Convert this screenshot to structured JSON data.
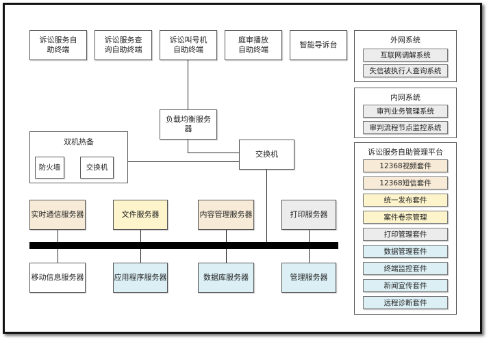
{
  "colors": {
    "tan": "#f7ead6",
    "yellow": "#fdf4cb",
    "blue": "#dbeff4",
    "gray": "#ececec",
    "white": "#ffffff",
    "bus": "#000000"
  },
  "terminals": {
    "t1": "诉讼服务自助终端",
    "t2": "诉讼服务查询自助终端",
    "t3": "诉讼叫号机自助终端",
    "t4": "庭审播放自助终端",
    "t5": "智能导诉台"
  },
  "load_balancer": "负载均衡服务器",
  "switch": "交换机",
  "hot_standby": {
    "title": "双机热备",
    "firewall": "防火墙",
    "switch": "交换机"
  },
  "servers_top": {
    "realtime": "实时通信服务器",
    "file": "文件服务器",
    "content": "内容管理服务器",
    "print": "打印服务器"
  },
  "servers_bottom": {
    "mobile": "移动信息服务器",
    "app": "应用程序服务器",
    "database": "数据库服务器",
    "management": "管理服务器"
  },
  "external": {
    "title": "外网系统",
    "items": [
      "互联网调解系统",
      "失信被执行人查询系统"
    ]
  },
  "internal": {
    "title": "内网系统",
    "items": [
      "审判业务管理系统",
      "审判流程节点监控系统"
    ]
  },
  "platform": {
    "title": "诉讼服务自助管理平台",
    "items": [
      "12368视频套件",
      "12368短信套件",
      "统一发布套件",
      "案件卷宗管理",
      "打印管理套件",
      "数据管理套件",
      "终端监控套件",
      "新闻宣传套件",
      "远程诊断套件"
    ]
  }
}
